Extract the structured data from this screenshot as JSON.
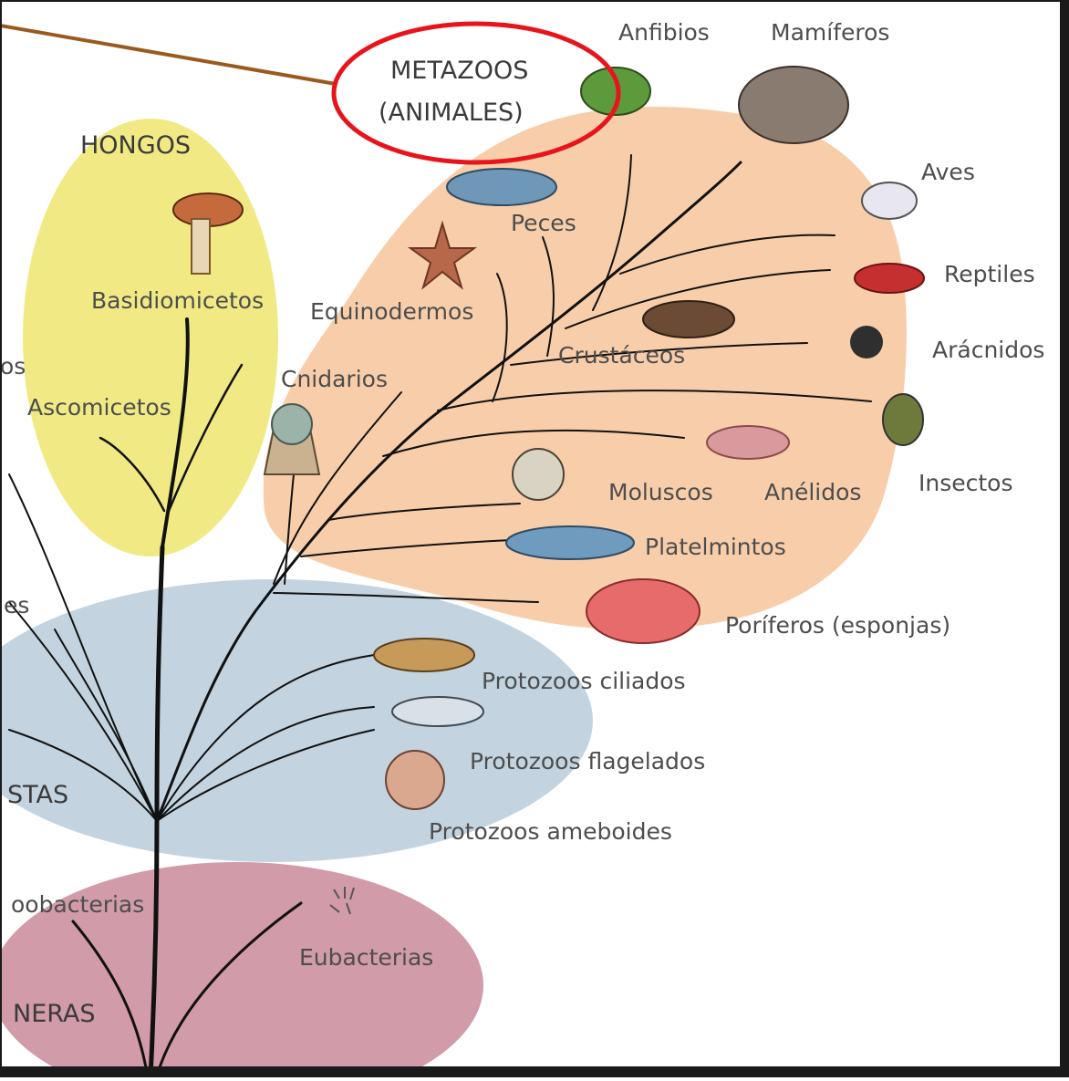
{
  "groups": {
    "metazoos_line1": "METAZOOS",
    "metazoos_line2": "(ANIMALES)",
    "hongos": "HONGOS",
    "protistas_partial": "STAS",
    "moneras_partial": "NERAS"
  },
  "labels": {
    "anfibios": "Anfibios",
    "mamiferos": "Mamíferos",
    "aves": "Aves",
    "reptiles": "Reptiles",
    "aracnidos": "Arácnidos",
    "insectos": "Insectos",
    "peces": "Peces",
    "equinodermos": "Equinodermos",
    "crustaceos": "Crustáceos",
    "cnidarios": "Cnidarios",
    "moluscos": "Moluscos",
    "anelidos": "Anélidos",
    "platelmintos": "Platelmintos",
    "poriferos": "Poríferos (esponjas)",
    "basidiomicetos": "Basidiomicetos",
    "ascomicetos": "Ascomicetos",
    "ascomicetos_partial_left": "os",
    "protozoos_ciliados": "Protozoos ciliados",
    "protozoos_flagelados": "Protozoos flagelados",
    "protozoos_ameboides": "Protozoos ameboides",
    "protista_partial_left": "es",
    "cianobacterias_partial": "oobacterias",
    "eubacterias": "Eubacterias"
  },
  "colors": {
    "metazoa_region": "#f8ceaa",
    "fungi_region": "#f1ea84",
    "protista_region": "#b8cddb",
    "monera_region": "#c98a9a",
    "highlight_ellipse": "#e8141c",
    "pointer_line": "#9a5a1e",
    "border": "#1a1a1a"
  }
}
